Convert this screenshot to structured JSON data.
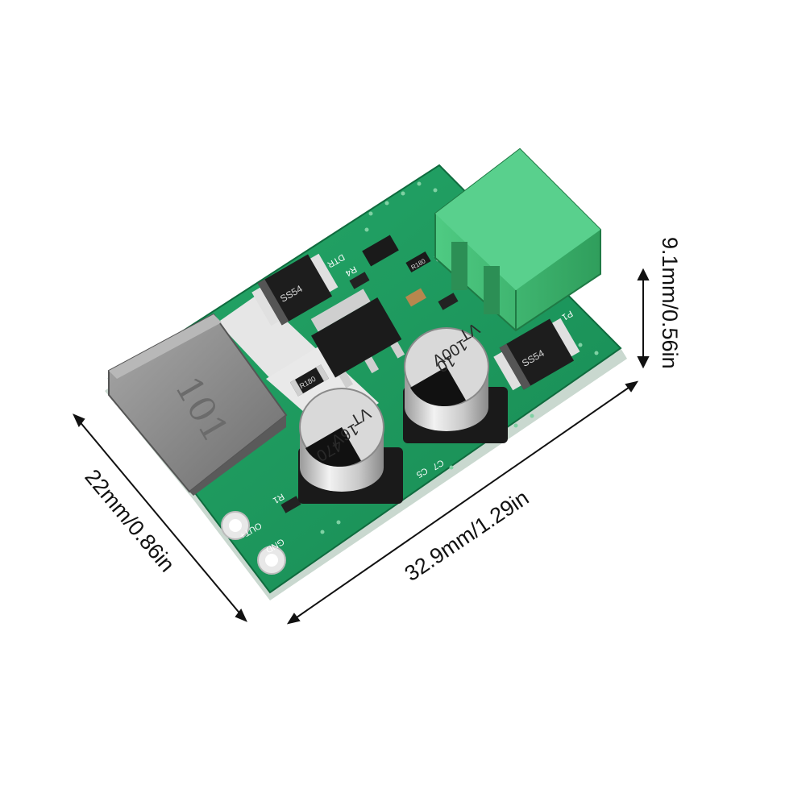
{
  "product": {
    "inductor_marking": "101",
    "diode_marking": "SS54",
    "cap_large": {
      "value": "470",
      "voltage": "16V",
      "series": "VT"
    },
    "cap_small": {
      "value": "10",
      "voltage": "100V",
      "series": "VT"
    },
    "resistor_marking": "R180",
    "silkscreen": {
      "r1": "R1",
      "out_plus": "OUT+",
      "gnd": "GND",
      "p1": "P1",
      "c5": "C5",
      "c7": "C7",
      "r4": "R4",
      "dtr": "DTR",
      "r": "R"
    }
  },
  "dimensions": {
    "length": "32.9mm/1.29in",
    "width": "22mm/0.86in",
    "height": "9.1mm/0.56in"
  },
  "colors": {
    "pcb": "#1e9a5f",
    "terminal": "#3fbf73",
    "inductor": "#8c8c8c",
    "background": "#ffffff"
  }
}
